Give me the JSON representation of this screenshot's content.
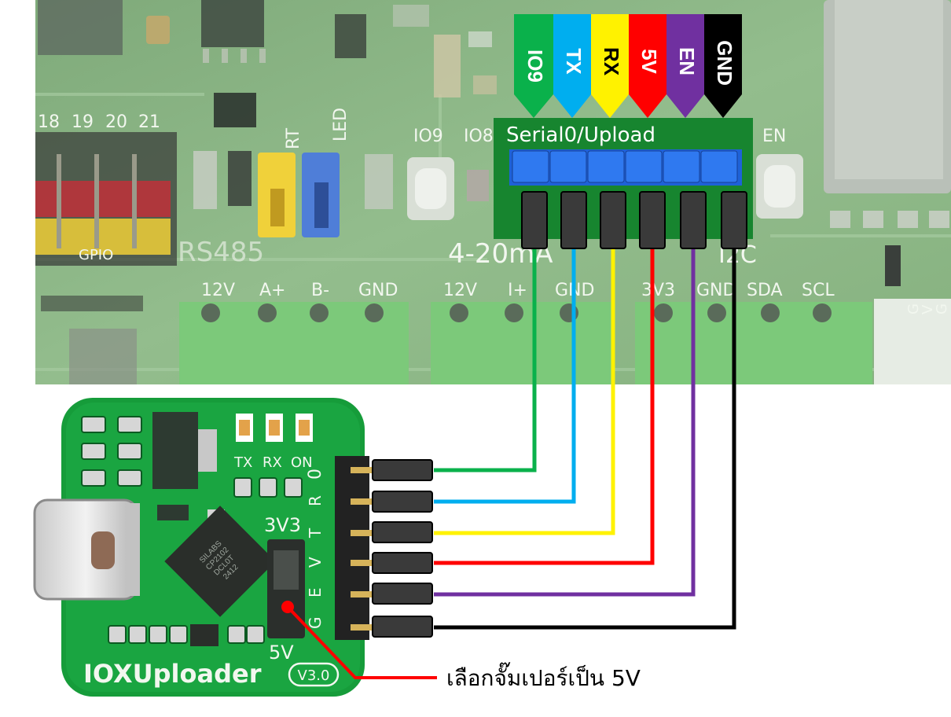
{
  "main_board": {
    "gpio_numbers": [
      "18",
      "19",
      "20",
      "21"
    ],
    "gpio_label": "GPIO",
    "jumper_labels": [
      "RT",
      "LED"
    ],
    "button_labels": [
      "IO9",
      "IO8",
      "EN"
    ],
    "header_label": "Serial0/Upload",
    "rs485_label": "RS485",
    "rs485_pins": [
      "12V",
      "A+",
      "B-",
      "GND"
    ],
    "current_loop_label": "4-20mA",
    "current_loop_pins": [
      "12V",
      "I+",
      "GND"
    ],
    "i2c_label": "I2C",
    "i2c_pins": [
      "3V3",
      "GND",
      "SDA",
      "SCL"
    ],
    "side_pins": [
      "G",
      "V",
      "G"
    ]
  },
  "pin_flags": [
    {
      "label": "IO9",
      "color": "#0ab14b"
    },
    {
      "label": "TX",
      "color": "#00aeef"
    },
    {
      "label": "RX",
      "color": "#fff200"
    },
    {
      "label": "5V",
      "color": "#ff0000"
    },
    {
      "label": "EN",
      "color": "#7030a0"
    },
    {
      "label": "GND",
      "color": "#000000"
    }
  ],
  "uploader": {
    "name": "IOXUploader",
    "version": "V3.0",
    "leds": [
      "TX",
      "RX",
      "ON"
    ],
    "voltage_top": "3V3",
    "voltage_bottom": "5V",
    "header_letters": [
      "0",
      "R",
      "T",
      "V",
      "E",
      "G"
    ],
    "chip_text": [
      "SILABS",
      "CP2102",
      "DCL0T",
      "2412"
    ]
  },
  "annotation": {
    "text": "เลือกจั๊มเปอร์เป็น 5V",
    "color": "#ff0000"
  },
  "colors": {
    "pcb_green": "#8fb98a",
    "uploader_green": "#169c3a",
    "header_blue": "#1e62d8",
    "plug_dark": "#3a3a3a"
  }
}
